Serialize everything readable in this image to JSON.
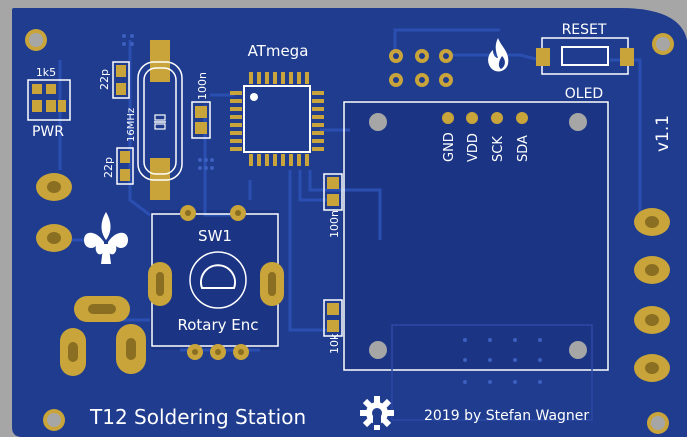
{
  "colors": {
    "background": "#a6a6a6",
    "board": "#1f3c8f",
    "board_dark": "#172f74",
    "trace": "#2b4fb0",
    "copper": "#c8a43a",
    "copper_dark": "#8a6f22",
    "silk": "#ffffff"
  },
  "labels": {
    "r1k5": "1k5",
    "pwr": "PWR",
    "c22p_top": "22p",
    "c22p_bot": "22p",
    "crystal": "16MHz",
    "mcu": "ATmega",
    "c100n_mcu": "100n",
    "reset": "RESET",
    "oled": "OLED",
    "gnd": "GND",
    "vdd": "VDD",
    "sck": "SCK",
    "sda": "SDA",
    "version": "v1.1",
    "sw1": "SW1",
    "rotary": "Rotary Enc",
    "c100n_side": "100n",
    "r10k": "10k",
    "title": "T12 Soldering Station",
    "credit": "2019 by Stefan Wagner"
  },
  "icons": [
    "fire-icon",
    "fleur-de-lis-icon",
    "open-hardware-gear-icon"
  ]
}
